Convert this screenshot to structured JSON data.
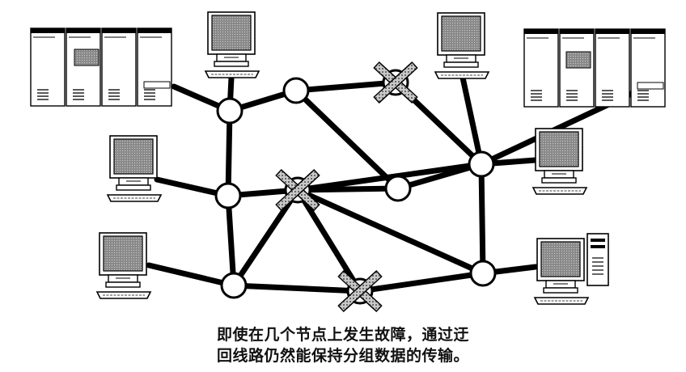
{
  "figure": {
    "caption_line1": "即使在几个节点上发生故障，通过迂",
    "caption_line2": "回线路仍然能保持分组数据的传输。"
  },
  "network": {
    "nodes": [
      {
        "id": "n1",
        "failed": false
      },
      {
        "id": "n2",
        "failed": false
      },
      {
        "id": "n3",
        "failed": true
      },
      {
        "id": "n4",
        "failed": false
      },
      {
        "id": "n5",
        "failed": true
      },
      {
        "id": "n6",
        "failed": false
      },
      {
        "id": "n7",
        "failed": false
      },
      {
        "id": "n8",
        "failed": false
      },
      {
        "id": "n9",
        "failed": true
      },
      {
        "id": "n10",
        "failed": false
      }
    ],
    "links": [
      [
        "n1",
        "n2"
      ],
      [
        "n2",
        "n3"
      ],
      [
        "n1",
        "n4"
      ],
      [
        "n4",
        "n7"
      ],
      [
        "n3",
        "n6"
      ],
      [
        "n2",
        "n8"
      ],
      [
        "n5",
        "n8"
      ],
      [
        "n6",
        "n8"
      ],
      [
        "n5",
        "n6"
      ],
      [
        "n5",
        "n4"
      ],
      [
        "n5",
        "n9"
      ],
      [
        "n5",
        "n10"
      ],
      [
        "n7",
        "n5"
      ],
      [
        "n7",
        "n9"
      ],
      [
        "n9",
        "n10"
      ],
      [
        "n6",
        "n10"
      ]
    ],
    "devices": [
      {
        "type": "mainframe",
        "connects_to": "n1"
      },
      {
        "type": "terminal",
        "connects_to": "n1"
      },
      {
        "type": "terminal",
        "connects_to": "n6"
      },
      {
        "type": "mainframe",
        "connects_to": "n6"
      },
      {
        "type": "terminal",
        "connects_to": "n4"
      },
      {
        "type": "terminal",
        "connects_to": "n6"
      },
      {
        "type": "terminal",
        "connects_to": "n7"
      },
      {
        "type": "workstation",
        "connects_to": "n10"
      }
    ],
    "colors": {
      "line": "#000000",
      "node_fill": "#ffffff",
      "screen": "#707070",
      "failure_mark": "#9a9a9a"
    }
  }
}
